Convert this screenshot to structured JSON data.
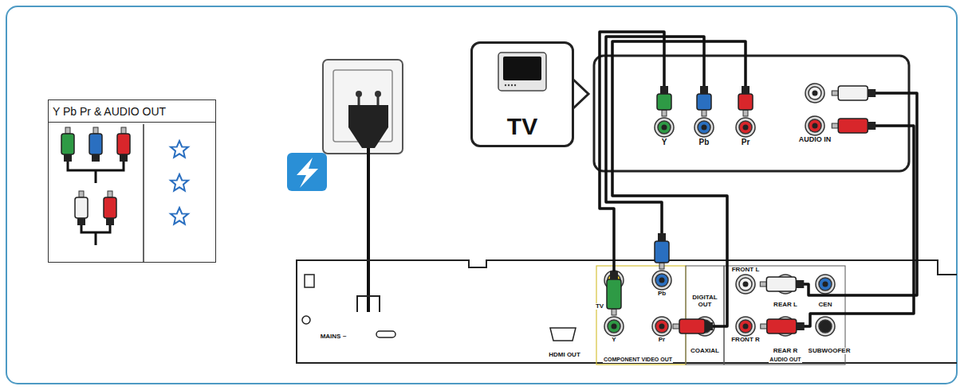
{
  "diagram": {
    "nodes": [
      {
        "text": [
          "Y Pb Pr & AUDIO OUT"
        ]
      },
      {
        "text": [
          "TV"
        ]
      },
      {
        "text": [
          "Y"
        ]
      },
      {
        "text": [
          "Pb"
        ]
      },
      {
        "text": [
          "Pr"
        ]
      },
      {
        "text": [
          "AUDIO IN"
        ]
      },
      {
        "text": [
          "Y"
        ]
      },
      {
        "text": [
          "Pb"
        ]
      },
      {
        "text": [
          "Pr"
        ]
      },
      {
        "text": [
          "FRONT L"
        ]
      },
      {
        "text": [
          "FRONT R"
        ]
      }
    ],
    "edges": [
      {
        "from": 6,
        "to": 2,
        "arrow": "none"
      },
      {
        "from": 7,
        "to": 3,
        "arrow": "none"
      },
      {
        "from": 8,
        "to": 4,
        "arrow": "none"
      },
      {
        "from": 9,
        "to": 5,
        "arrow": "none"
      },
      {
        "from": 10,
        "to": 5,
        "arrow": "none"
      }
    ],
    "labels": [
      "TV",
      "DIGITAL OUT",
      "COAXIAL",
      "REAR L",
      "CEN",
      "REAR R",
      "SUBWOOFER",
      "AUDIO OUT",
      "COMPONENT VIDEO OUT",
      "HDMI OUT",
      "MAINS ~"
    ]
  }
}
